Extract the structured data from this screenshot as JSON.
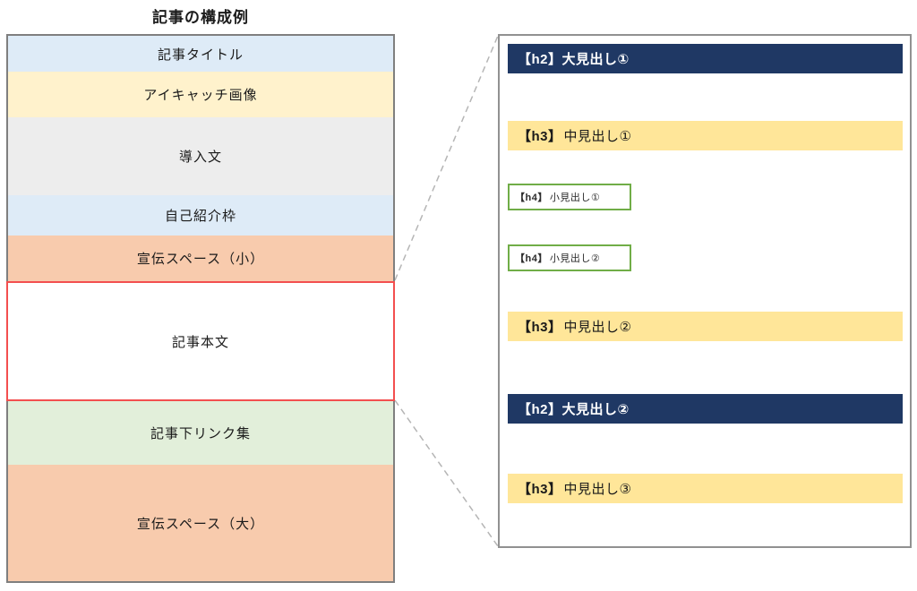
{
  "diagram_title": "記事の構成例",
  "colors": {
    "section_light_blue": "#DEEBF7",
    "section_light_yellow": "#FFF2CC",
    "section_light_gray": "#EDEDED",
    "section_peach": "#F8CBAD",
    "section_light_green": "#E2EFDA",
    "article_body_highlight_red": "#F34F4F",
    "h2_navy": "#1F3864",
    "h3_yellow": "#FFE699",
    "h4_green_border": "#70AD47",
    "box_border_gray": "#7F7F7F",
    "connector_gray": "#B5B5B5"
  },
  "article_column": {
    "sections": [
      {
        "label": "記事タイトル"
      },
      {
        "label": "アイキャッチ画像"
      },
      {
        "label": "導入文"
      },
      {
        "label": "自己紹介枠"
      },
      {
        "label": "宣伝スペース（小）"
      },
      {
        "label": "記事本文"
      },
      {
        "label": "記事下リンク集"
      },
      {
        "label": "宣伝スペース（大）"
      }
    ]
  },
  "outline_panel": {
    "items": [
      {
        "level": "h2",
        "tag": "【h2】",
        "text": "大見出し①"
      },
      {
        "level": "h3",
        "tag": "【h3】",
        "text": "中見出し①"
      },
      {
        "level": "h4",
        "tag": "【h4】",
        "text": "小見出し①"
      },
      {
        "level": "h4",
        "tag": "【h4】",
        "text": "小見出し②"
      },
      {
        "level": "h3",
        "tag": "【h3】",
        "text": "中見出し②"
      },
      {
        "level": "h2",
        "tag": "【h2】",
        "text": "大見出し②"
      },
      {
        "level": "h3",
        "tag": "【h3】",
        "text": "中見出し③"
      }
    ]
  }
}
